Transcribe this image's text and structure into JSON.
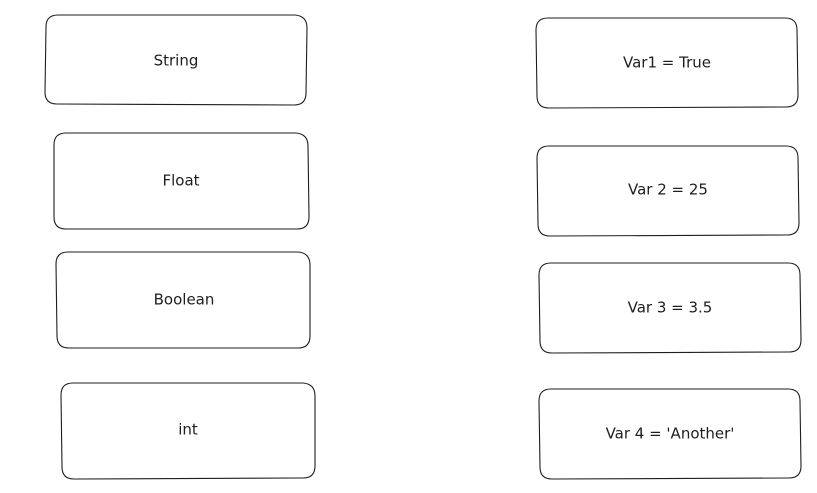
{
  "types": [
    {
      "label": "String"
    },
    {
      "label": "Float"
    },
    {
      "label": "Boolean"
    },
    {
      "label": "int"
    }
  ],
  "variables": [
    {
      "label": "Var1 = True"
    },
    {
      "label": "Var 2 = 25"
    },
    {
      "label": "Var 3 = 3.5"
    },
    {
      "label": "Var 4 = 'Another'"
    }
  ]
}
